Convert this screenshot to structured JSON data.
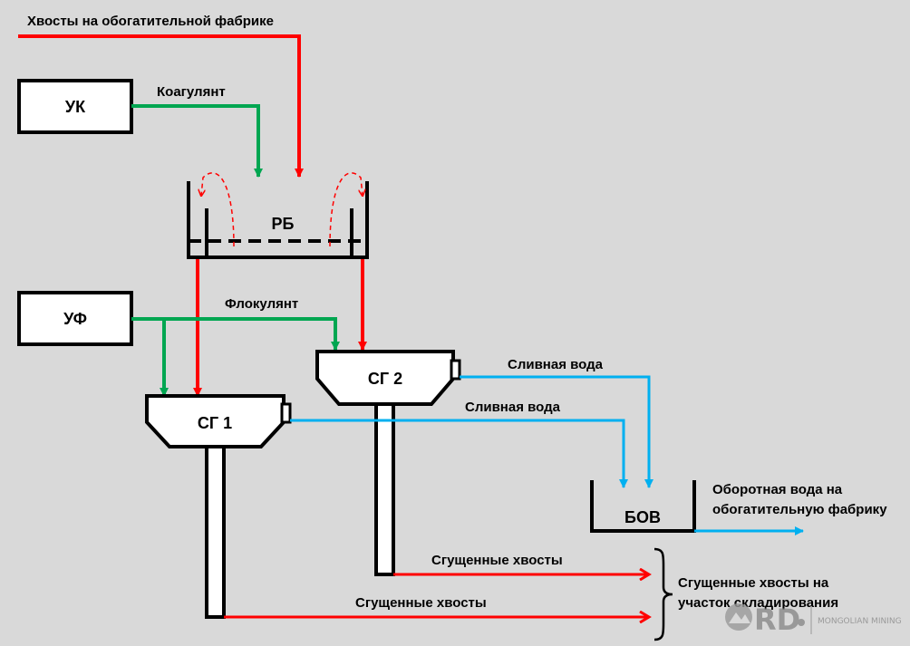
{
  "colors": {
    "background": "#d9d9d9",
    "tailings_line": "#ff0000",
    "reagent_line": "#00a651",
    "water_line": "#00b0f0",
    "outline": "#000000"
  },
  "labels": {
    "tailings_in": "Хвосты на обогатительной фабрике",
    "coagulant": "Коагулянт",
    "flocculant": "Флокулянт",
    "overflow_water_1": "Сливная вода",
    "overflow_water_2": "Сливная вода",
    "return_water_line1": "Оборотная вода на",
    "return_water_line2": "обогатительную фабрику",
    "thickened_tailings_1": "Сгущенные хвосты",
    "thickened_tailings_2": "Сгущенные хвосты",
    "storage_line1": "Сгущенные хвосты на",
    "storage_line2": "участок складирования"
  },
  "units": {
    "uk": "УК",
    "uf": "УФ",
    "rb": "РБ",
    "sg1": "СГ 1",
    "sg2": "СГ 2",
    "bov": "БОВ"
  },
  "watermark": {
    "brand": "RD",
    "company": "MONGOLIAN MINING"
  }
}
